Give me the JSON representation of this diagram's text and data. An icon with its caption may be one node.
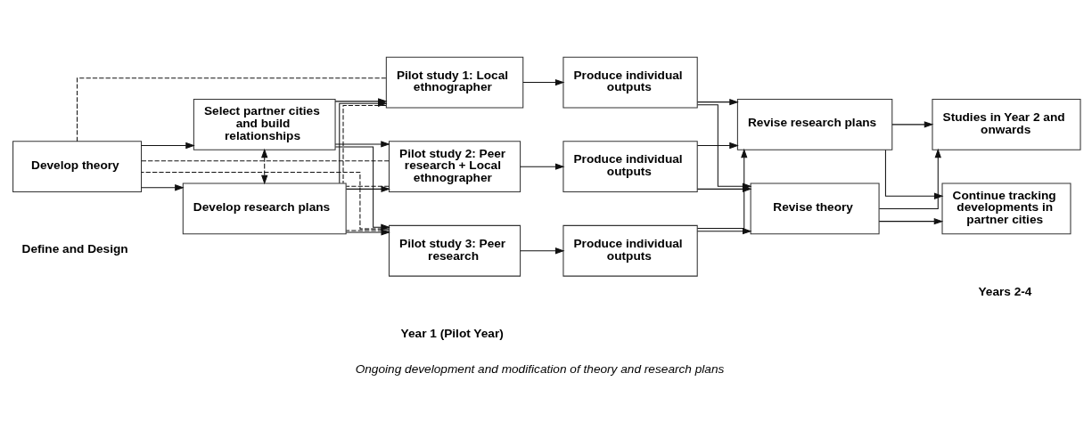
{
  "diagram": {
    "caption": "Ongoing development and modification of theory and research plans",
    "nodes": [
      {
        "text": [
          "Develop theory"
        ]
      },
      {
        "text": [
          "Select partner cities and build relationships"
        ]
      },
      {
        "text": [
          "Develop research plans"
        ]
      },
      {
        "text": [
          "Pilot study 1: Local ethnographer"
        ]
      },
      {
        "text": [
          "Pilot study 2: Peer research + Local ethnographer"
        ]
      },
      {
        "text": [
          "Pilot study 3: Peer research"
        ]
      },
      {
        "text": [
          "Produce individual outputs"
        ]
      },
      {
        "text": [
          "Produce individual outputs"
        ]
      },
      {
        "text": [
          "Produce individual outputs"
        ]
      },
      {
        "text": [
          "Revise research plans"
        ]
      },
      {
        "text": [
          "Revise theory"
        ]
      },
      {
        "text": [
          "Studies in Year 2 and onwards"
        ]
      },
      {
        "text": [
          "Continue tracking developments in partner cities"
        ]
      }
    ],
    "edges": [
      {
        "from": 0,
        "to": 1,
        "arrow": "to"
      },
      {
        "from": 0,
        "to": 2,
        "arrow": "to"
      },
      {
        "from": 1,
        "to": 2,
        "arrow": "both",
        "style": "dashed"
      },
      {
        "from": 1,
        "to": 3,
        "arrow": "to"
      },
      {
        "from": 1,
        "to": 4,
        "arrow": "to"
      },
      {
        "from": 1,
        "to": 5,
        "arrow": "to"
      },
      {
        "from": 2,
        "to": 3,
        "arrow": "to"
      },
      {
        "from": 2,
        "to": 4,
        "arrow": "to"
      },
      {
        "from": 2,
        "to": 5,
        "arrow": "to"
      },
      {
        "from": 3,
        "to": 6,
        "arrow": "to"
      },
      {
        "from": 4,
        "to": 7,
        "arrow": "to"
      },
      {
        "from": 5,
        "to": 8,
        "arrow": "to"
      },
      {
        "from": 6,
        "to": 9,
        "arrow": "to"
      },
      {
        "from": 6,
        "to": 10,
        "arrow": "to"
      },
      {
        "from": 7,
        "to": 9,
        "arrow": "to"
      },
      {
        "from": 7,
        "to": 10,
        "arrow": "to"
      },
      {
        "from": 8,
        "to": 9,
        "arrow": "to"
      },
      {
        "from": 8,
        "to": 10,
        "arrow": "to"
      },
      {
        "from": 9,
        "to": 11,
        "arrow": "to"
      },
      {
        "from": 9,
        "to": 12,
        "arrow": "to"
      },
      {
        "from": 10,
        "to": 11,
        "arrow": "to"
      },
      {
        "from": 10,
        "to": 12,
        "arrow": "to"
      },
      {
        "from": 3,
        "to": 0,
        "arrow": "none",
        "style": "dashed"
      },
      {
        "from": 4,
        "to": 0,
        "arrow": "none",
        "style": "dashed"
      },
      {
        "from": 5,
        "to": 0,
        "arrow": "none",
        "style": "dashed"
      },
      {
        "from": 3,
        "to": 2,
        "arrow": "none",
        "style": "dashed"
      },
      {
        "from": 4,
        "to": 2,
        "arrow": "none",
        "style": "dashed"
      },
      {
        "from": 5,
        "to": 2,
        "arrow": "none",
        "style": "dashed"
      }
    ],
    "labels": [
      "Define and Design",
      "Year 1 (Pilot Year)",
      "Years 2-4"
    ]
  }
}
